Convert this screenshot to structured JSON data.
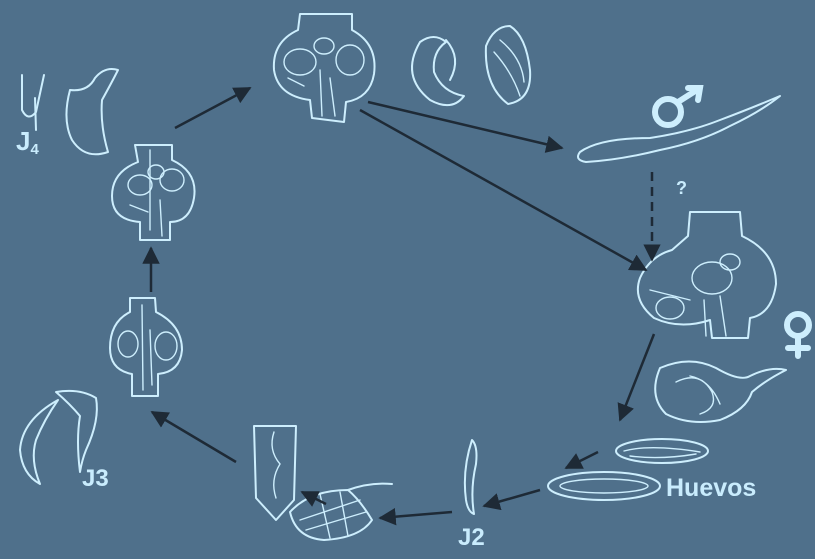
{
  "labels": {
    "j4_main": "J",
    "j4_sub": "4",
    "j3": "J3",
    "j2": "J2",
    "eggs": "Huevos",
    "question": "?"
  },
  "symbols": {
    "male": "male-symbol-icon",
    "female": "female-symbol-icon"
  },
  "colors": {
    "background": "#4f708b",
    "drawing": "#cdeefd",
    "arrow": "#1e2a36"
  }
}
